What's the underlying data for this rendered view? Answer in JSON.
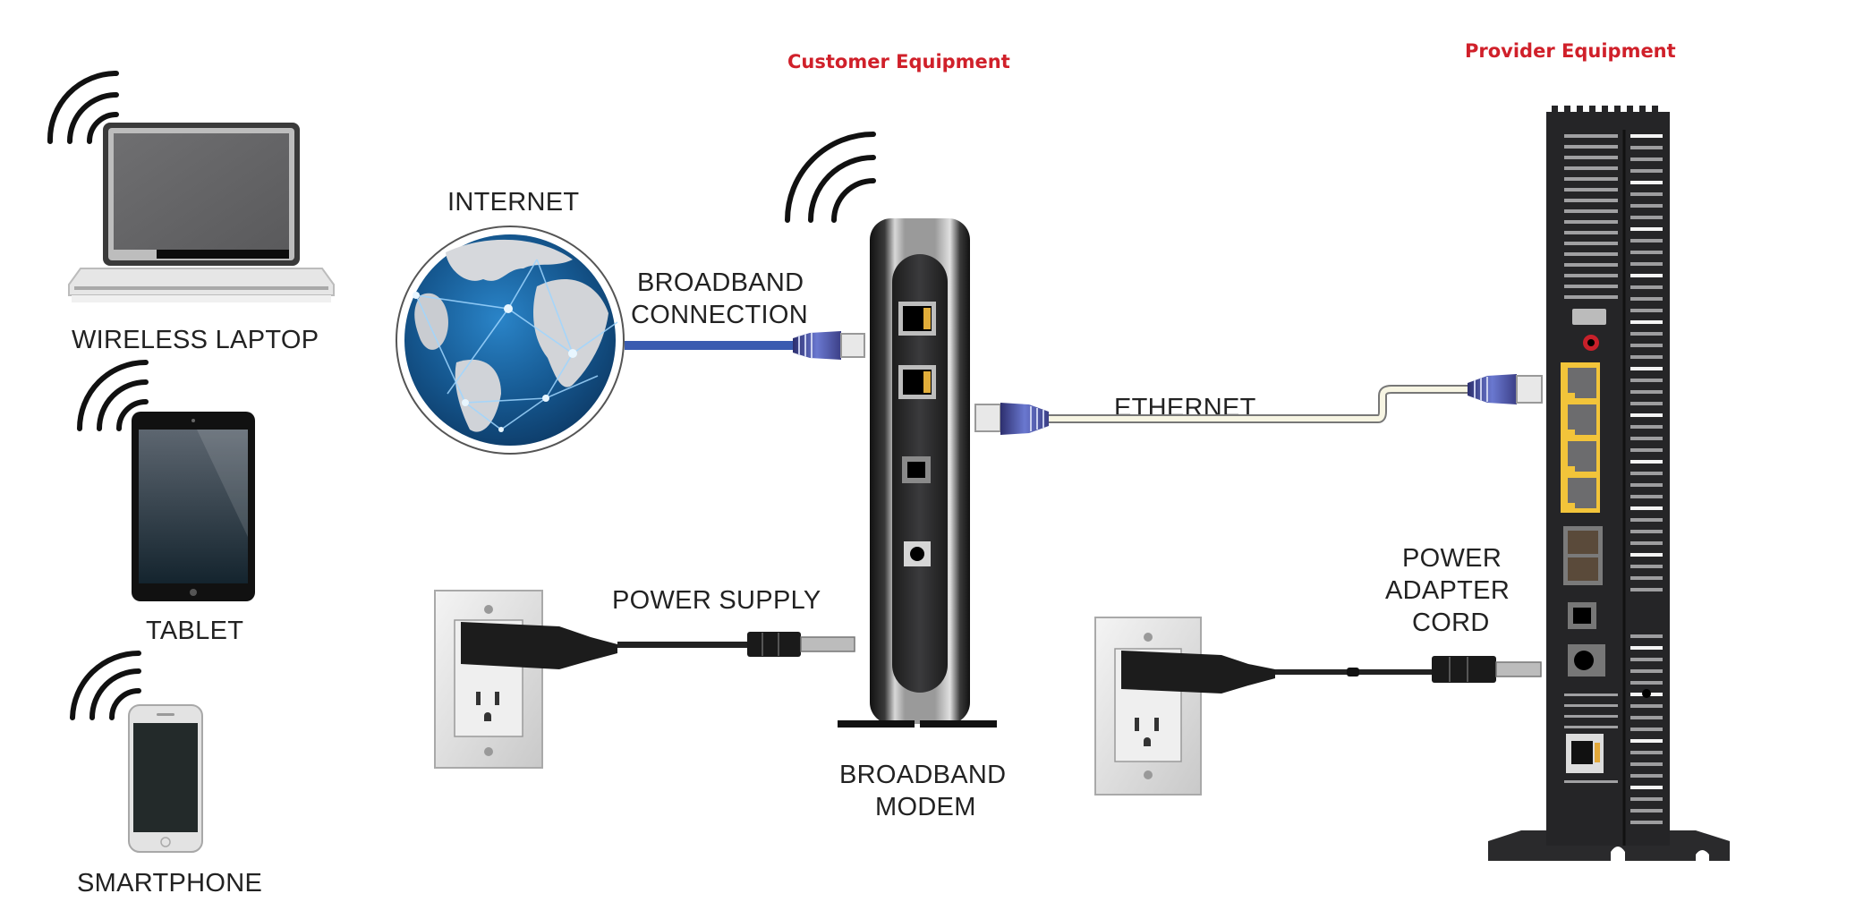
{
  "headers": {
    "customer": "Customer Equipment",
    "provider": "Provider Equipment",
    "color": "#d0202a"
  },
  "devices": {
    "laptop": {
      "label": "WIRELESS LAPTOP",
      "icon": "laptop-icon"
    },
    "tablet": {
      "label": "TABLET",
      "icon": "tablet-icon"
    },
    "smartphone": {
      "label": "SMARTPHONE",
      "icon": "smartphone-icon"
    }
  },
  "internet": {
    "label": "INTERNET",
    "icon": "globe-icon"
  },
  "links": {
    "broadband_line1": "BROADBAND",
    "broadband_line2": "CONNECTION",
    "broadband_color": "#3a5bb0",
    "ethernet": "ETHERNET",
    "power_supply": "POWER SUPPLY",
    "power_adapter_line1": "POWER",
    "power_adapter_line2": "ADAPTER",
    "power_adapter_line3": "CORD"
  },
  "modem": {
    "label_line1": "BROADBAND",
    "label_line2": "MODEM",
    "icon": "modem-icon"
  },
  "router": {
    "icon": "router-icon",
    "port_accent": "#f2c43a",
    "reset_accent": "#c8202a"
  }
}
